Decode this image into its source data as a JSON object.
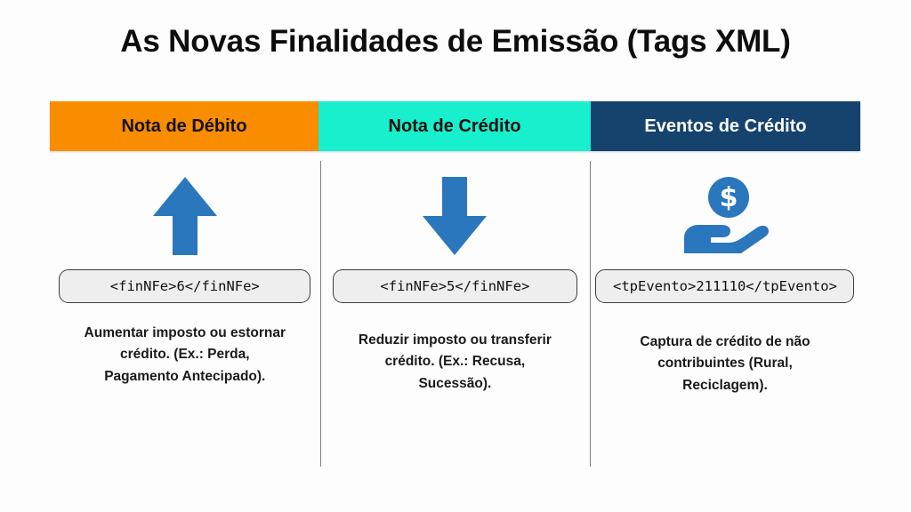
{
  "slide": {
    "title": "As Novas Finalidades de Emissão (Tags XML)",
    "background_color": "#fdfdfe",
    "accent_colors": {
      "orange": "#fa8c00",
      "cyan": "#18efcc",
      "navy": "#15436e",
      "icon_blue": "#2a77bd",
      "chip_fill": "#eeeeee",
      "chip_border": "#3d3d3d",
      "divider": "#7f7f7f"
    }
  },
  "columns": [
    {
      "header": "Nota de Débito",
      "header_bg": "#fa8c00",
      "header_text_color": "#111111",
      "icon": "arrow-up-icon",
      "code": "<finNFe>6</finNFe>",
      "description": "Aumentar imposto ou estornar crédito. (Ex.: Perda, Pagamento Antecipado)."
    },
    {
      "header": "Nota de Crédito",
      "header_bg": "#18efcc",
      "header_text_color": "#111111",
      "icon": "arrow-down-icon",
      "code": "<finNFe>5</finNFe>",
      "description": "Reduzir imposto ou transferir crédito. (Ex.: Recusa, Sucessão)."
    },
    {
      "header": "Eventos de Crédito",
      "header_bg": "#15436e",
      "header_text_color": "#ffffff",
      "icon": "hand-holding-dollar-icon",
      "code": "<tpEvento>211110</tpEvento>",
      "description": "Captura de crédito de não contribuintes (Rural, Reciclagem)."
    }
  ]
}
